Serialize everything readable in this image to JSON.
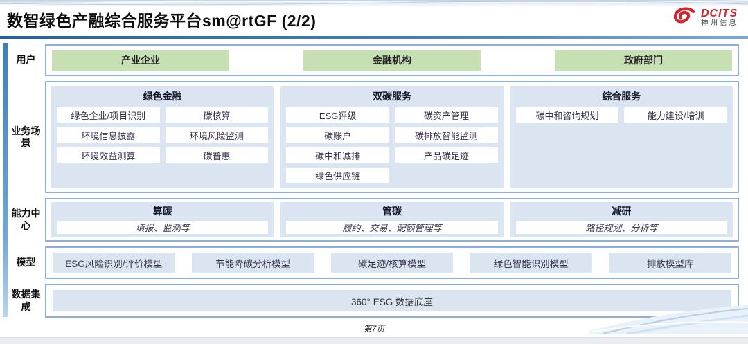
{
  "header": {
    "title": "数智绿色产融综合服务平台sm@rtGF (2/2)",
    "logo": {
      "name": "DCITS",
      "subtitle": "神州信息"
    }
  },
  "rows": {
    "users": {
      "label": "用户",
      "items": [
        "产业企业",
        "金融机构",
        "政府部门"
      ]
    },
    "scenarios": {
      "label": "业务场景",
      "columns": [
        {
          "title": "绿色金融",
          "items": [
            "绿色企业/项目识别",
            "碳核算",
            "环境信息披露",
            "环境风险监测",
            "环境效益测算",
            "碳普惠"
          ]
        },
        {
          "title": "双碳服务",
          "items": [
            "ESG评级",
            "碳资产管理",
            "碳账户",
            "碳排放智能监测",
            "碳中和减排",
            "产品碳足迹",
            "绿色供应链"
          ]
        },
        {
          "title": "综合服务",
          "items": [
            "碳中和咨询规划",
            "能力建设/培训"
          ]
        }
      ]
    },
    "capabilities": {
      "label": "能力中心",
      "panels": [
        {
          "title": "算碳",
          "desc": "填报、监测等"
        },
        {
          "title": "管碳",
          "desc": "履约、交易、配额管理等"
        },
        {
          "title": "减研",
          "desc": "路径规划、分析等"
        }
      ]
    },
    "models": {
      "label": "模型",
      "items": [
        "ESG风险识别/评价模型",
        "节能降碳分析模型",
        "碳足迹/核算模型",
        "绿色智能识别模型",
        "排放模型库"
      ]
    },
    "dataset": {
      "label": "数据集成",
      "item": "360° ESG 数据底座"
    }
  },
  "footer": {
    "page": "第7页"
  },
  "colors": {
    "accent_blue": "#2e74b5",
    "panel_blue": "#dbe4f1",
    "green": "#c6e0b4",
    "border_blue": "#8caede",
    "logo_red": "#d22630"
  }
}
